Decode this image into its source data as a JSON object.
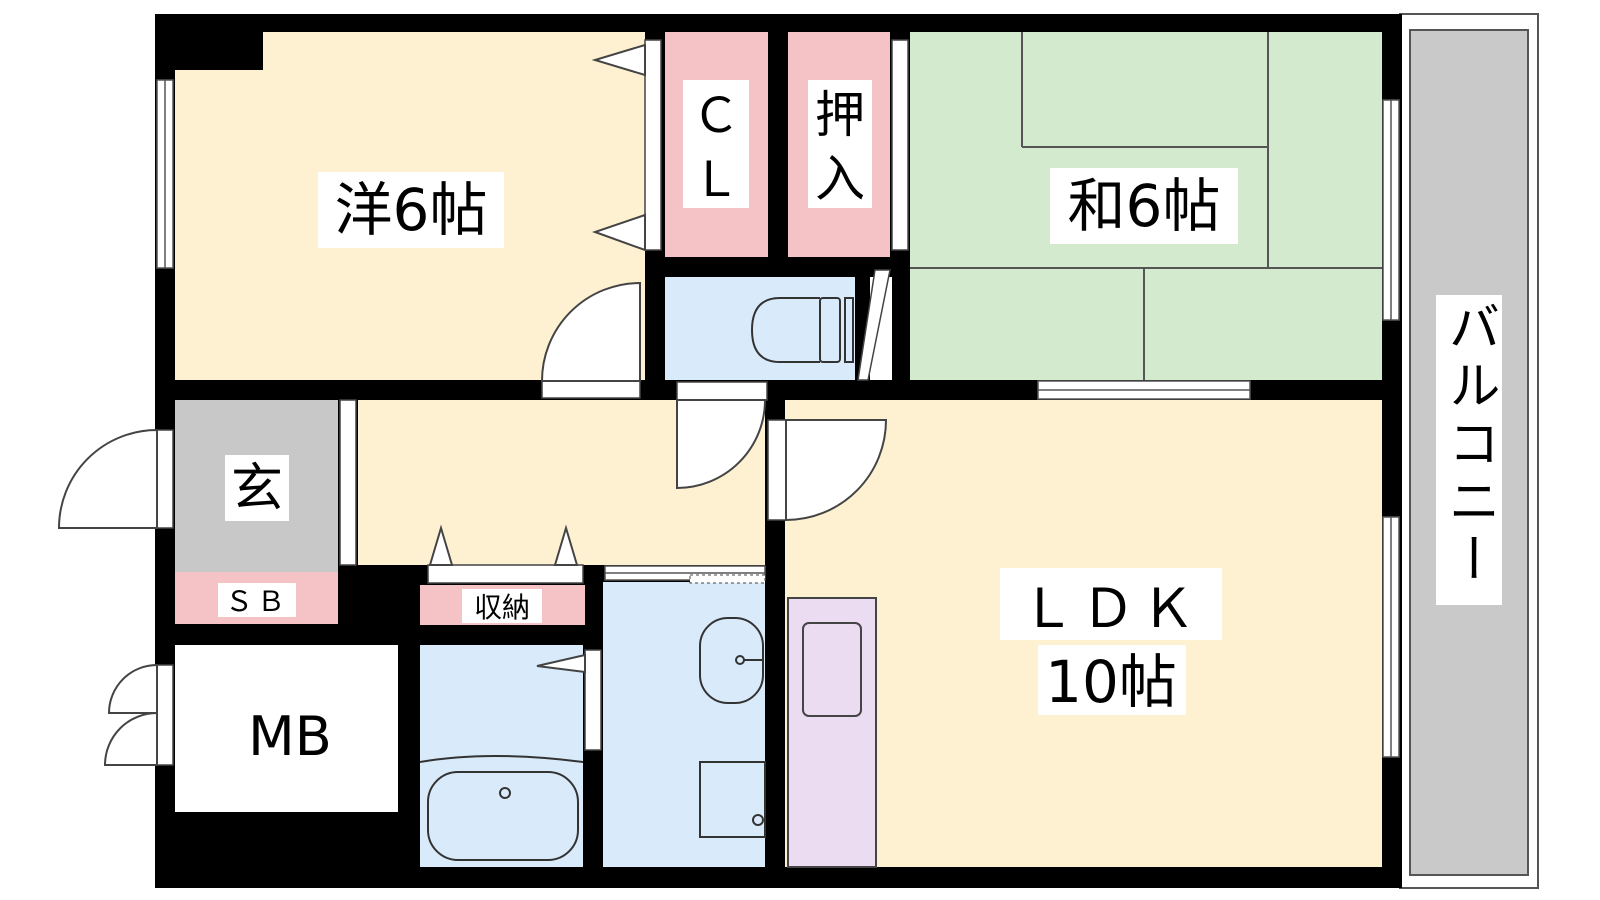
{
  "rooms": {
    "western_room": "洋6帖",
    "closet": {
      "line1": "Ｃ",
      "line2": "Ｌ"
    },
    "oshiire": {
      "line1": "押",
      "line2": "入"
    },
    "japanese_room": "和6帖",
    "balcony": "バルコニー",
    "genkan": "玄",
    "shoe_box": "ＳＢ",
    "storage": "収納",
    "ldk": {
      "line1": "ＬＤＫ",
      "line2": "10帖"
    },
    "meter_box": "MB"
  },
  "colors": {
    "wall": "#000000",
    "western_floor": "#fdf1d2",
    "japanese_floor": "#d4eace",
    "closet": "#f5c2c6",
    "water": "#d9ebfa",
    "genkan": "#c8c8c8",
    "kitchen": "#ecdcf1",
    "balcony": "#c9c9c9",
    "meter_box": "#ffffff"
  }
}
